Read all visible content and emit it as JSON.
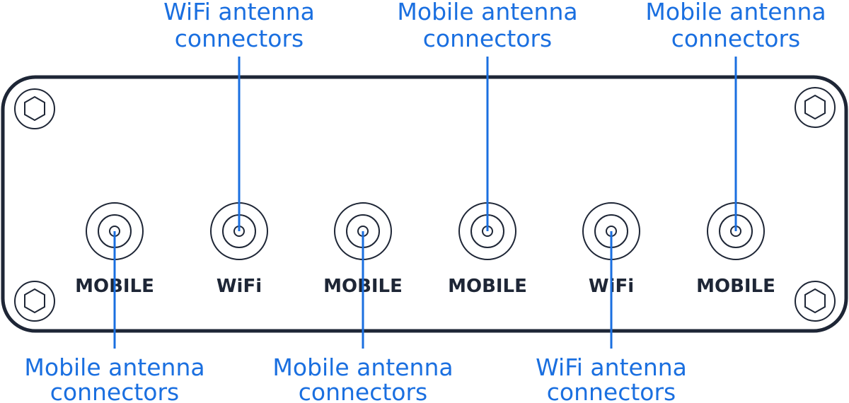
{
  "ports": [
    {
      "label": "MOBILE"
    },
    {
      "label": "WiFi"
    },
    {
      "label": "MOBILE"
    },
    {
      "label": "MOBILE"
    },
    {
      "label": "WiFi"
    },
    {
      "label": "MOBILE"
    }
  ],
  "callouts_top": [
    {
      "line1": "WiFi antenna",
      "line2": "connectors"
    },
    {
      "line1": "Mobile antenna",
      "line2": "connectors"
    },
    {
      "line1": "Mobile antenna",
      "line2": "connectors"
    }
  ],
  "callouts_bottom": [
    {
      "line1": "Mobile antenna",
      "line2": "connectors"
    },
    {
      "line1": "Mobile antenna",
      "line2": "connectors"
    },
    {
      "line1": "WiFi antenna",
      "line2": "connectors"
    }
  ],
  "colors": {
    "callout": "#1a6fe0",
    "panel": "#1e2636"
  }
}
